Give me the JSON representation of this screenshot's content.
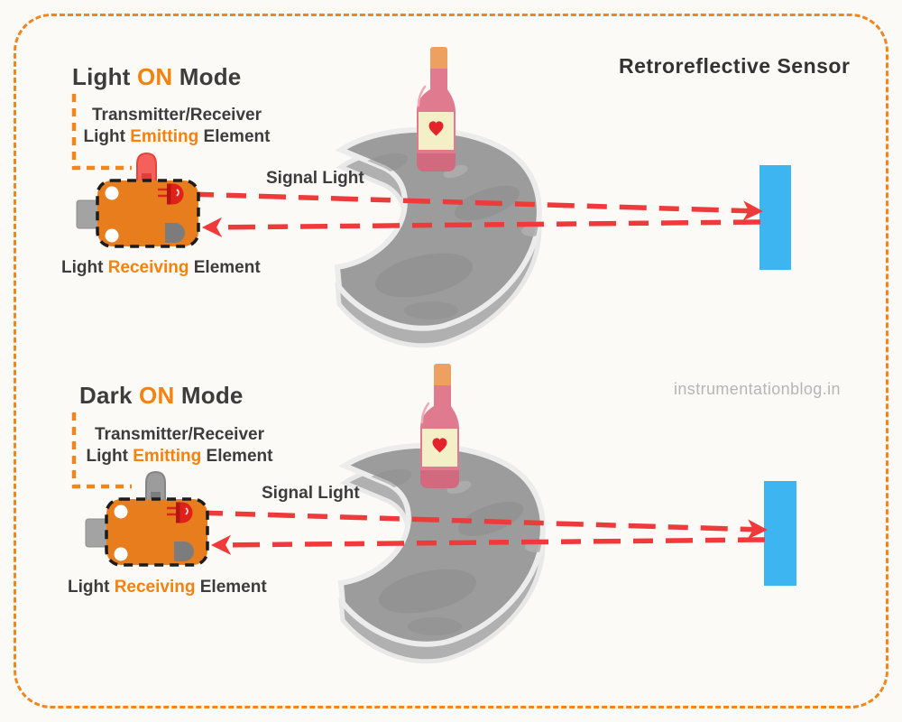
{
  "page": {
    "title": "Retroreflective Sensor",
    "watermark": "instrumentationblog.in"
  },
  "colors": {
    "accent_orange": "#F5820D",
    "frame_border_orange": "#F0861D",
    "sensor_body_orange": "#E87D1E",
    "signal_beam_red": "#EE3A3A",
    "reflector_blue": "#3DB5F1",
    "text_dark": "#3C3C3C",
    "indicator_led_on_red": "#F4615B",
    "indicator_led_off_gray": "#9C9C9C",
    "watermark_gray": "#B5B5B5"
  },
  "sections": [
    {
      "mode_title": {
        "pre": "Light ",
        "accent": "ON",
        "post": " Mode"
      },
      "emitter_label": {
        "line1": "Transmitter/Receiver",
        "line2_pre": "Light ",
        "line2_accent": "Emitting",
        "line2_post": " Element"
      },
      "receiver_label": {
        "pre": "Light ",
        "accent": "Receiving",
        "post": " Element"
      },
      "beam_label": "Signal Light",
      "indicator_led_state": "on"
    },
    {
      "mode_title": {
        "pre": "Dark ",
        "accent": "ON",
        "post": " Mode"
      },
      "emitter_label": {
        "line1": "Transmitter/Receiver",
        "line2_pre": "Light ",
        "line2_accent": "Emitting",
        "line2_post": " Element"
      },
      "receiver_label": {
        "pre": "Light ",
        "accent": "Receiving",
        "post": " Element"
      },
      "beam_label": "Signal Light",
      "indicator_led_state": "off"
    }
  ]
}
